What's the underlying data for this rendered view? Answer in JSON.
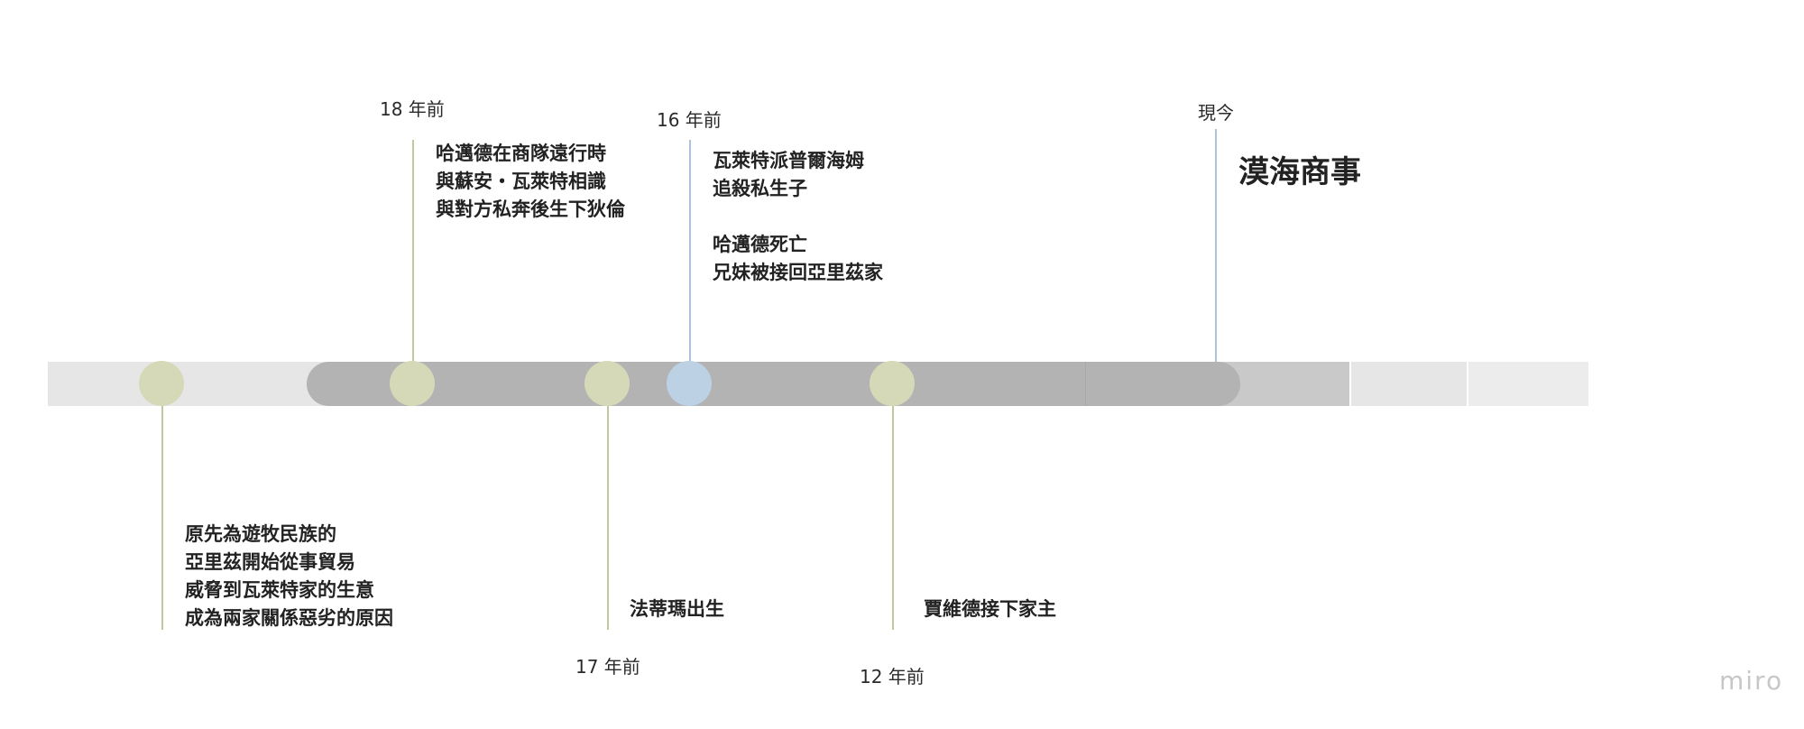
{
  "colors": {
    "track_light": "#e6e6e6",
    "track_mid": "#c9c9c9",
    "track_dark": "#b3b3b3",
    "dot_green": "#d6d9b8",
    "dot_blue": "#bcd1e3",
    "line_green": "#c3c7a0",
    "line_blue": "#a9c3db"
  },
  "timeline": {
    "labels": {
      "t18": "18 年前",
      "t16": "16 年前",
      "now": "現今",
      "t17": "17 年前",
      "t12": "12 年前"
    },
    "events": {
      "origin": [
        "原先為遊牧民族的",
        "亞里茲開始從事貿易",
        "威脅到瓦萊特家的生意",
        "成為兩家關係惡劣的原因"
      ],
      "meet": [
        "哈邁德在商隊遠行時",
        "與蘇安・瓦萊特相識",
        "與對方私奔後生下狄倫"
      ],
      "kill_a": [
        "瓦萊特派普爾海姆",
        "追殺私生子"
      ],
      "kill_b": [
        "哈邁德死亡",
        "兄妹被接回亞里茲家"
      ],
      "birth": [
        "法蒂瑪出生"
      ],
      "heir": [
        "賈維德接下家主"
      ]
    },
    "present_title": "漠海商事"
  },
  "brand": "miro"
}
